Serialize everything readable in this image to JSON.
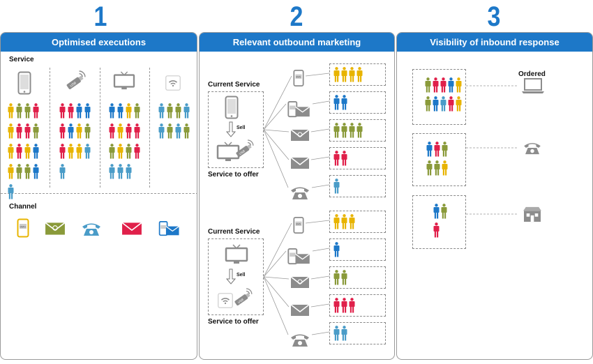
{
  "steps": [
    {
      "number": "1",
      "title": "Optimised executions"
    },
    {
      "number": "2",
      "title": "Relevant outbound marketing"
    },
    {
      "number": "3",
      "title": "Visibility of inbound response"
    }
  ],
  "panel1": {
    "service_label": "Service",
    "channel_label": "Channel",
    "services": [
      {
        "icon": "mobile-phone-icon",
        "people": [
          "yellow",
          "olive",
          "olive",
          "red",
          "yellow",
          "red",
          "red",
          "olive",
          "yellow",
          "red",
          "yellow",
          "blue",
          "yellow",
          "olive",
          "olive",
          "blue",
          "lightblue"
        ]
      },
      {
        "icon": "usb-modem-icon",
        "people": [
          "red",
          "red",
          "blue",
          "blue",
          "red",
          "blue",
          "yellow",
          "olive",
          "red",
          "yellow",
          "yellow",
          "lightblue",
          "lightblue"
        ]
      },
      {
        "icon": "tv-icon",
        "people": [
          "blue",
          "blue",
          "yellow",
          "olive",
          "red",
          "yellow",
          "red",
          "red",
          "olive",
          "yellow",
          "olive",
          "red",
          "lightblue",
          "lightblue",
          "lightblue"
        ]
      },
      {
        "icon": "wifi-router-icon",
        "people": [
          "lightblue",
          "olive",
          "olive",
          "lightblue",
          "lightblue",
          "olive",
          "lightblue",
          "olive"
        ]
      }
    ],
    "channels": [
      {
        "icon": "sms-phone-icon",
        "color": "#e8b400"
      },
      {
        "icon": "email-envelope-icon",
        "color": "#8a9a3a"
      },
      {
        "icon": "telephone-icon",
        "color": "#4a9cc8"
      },
      {
        "icon": "mail-envelope-icon",
        "color": "#e0204a"
      },
      {
        "icon": "sms-email-icon",
        "color": "#1d78c8"
      }
    ]
  },
  "panel2": {
    "groups": [
      {
        "current_label": "Current Service",
        "sell_label": "Sell",
        "offer_label": "Service to offer",
        "current_icon": "mobile-phone-icon",
        "offer_icon": "tv-usb-icon",
        "rows": [
          {
            "channel": "sms-phone-icon",
            "people": [
              "yellow",
              "yellow",
              "yellow",
              "yellow"
            ]
          },
          {
            "channel": "sms-email-icon",
            "people": [
              "blue",
              "blue"
            ]
          },
          {
            "channel": "email-envelope-icon",
            "people": [
              "olive",
              "olive",
              "olive",
              "olive"
            ]
          },
          {
            "channel": "mail-envelope-icon",
            "people": [
              "red",
              "red"
            ]
          },
          {
            "channel": "telephone-icon",
            "people": [
              "lightblue"
            ]
          }
        ]
      },
      {
        "current_label": "Current Service",
        "sell_label": "Sell",
        "offer_label": "Service to offer",
        "current_icon": "tv-icon",
        "offer_icon": "wifi-usb-icon",
        "rows": [
          {
            "channel": "sms-phone-icon",
            "people": [
              "yellow",
              "yellow",
              "yellow"
            ]
          },
          {
            "channel": "sms-email-icon",
            "people": [
              "blue"
            ]
          },
          {
            "channel": "email-envelope-icon",
            "people": [
              "olive",
              "olive"
            ]
          },
          {
            "channel": "mail-envelope-icon",
            "people": [
              "red",
              "red",
              "red"
            ]
          },
          {
            "channel": "telephone-icon",
            "people": [
              "lightblue",
              "lightblue"
            ]
          }
        ]
      }
    ]
  },
  "panel3": {
    "ordered_label": "Ordered",
    "responses": [
      {
        "icon": "laptop-icon",
        "people": [
          "olive",
          "red",
          "red",
          "blue",
          "yellow",
          "olive",
          "blue",
          "lightblue",
          "red",
          "yellow"
        ]
      },
      {
        "icon": "telephone-icon",
        "people": [
          "blue",
          "red",
          "olive",
          "olive",
          "olive",
          "yellow"
        ]
      },
      {
        "icon": "store-icon",
        "people": [
          "blue",
          "olive",
          "red"
        ]
      }
    ]
  },
  "colors": {
    "accent": "#1d78c8",
    "yellow": "#e8b400",
    "olive": "#8a9a3a",
    "red": "#e0204a",
    "blue": "#1d78c8",
    "lightblue": "#4a9cc8",
    "grey_icon": "#8c8c8c"
  }
}
